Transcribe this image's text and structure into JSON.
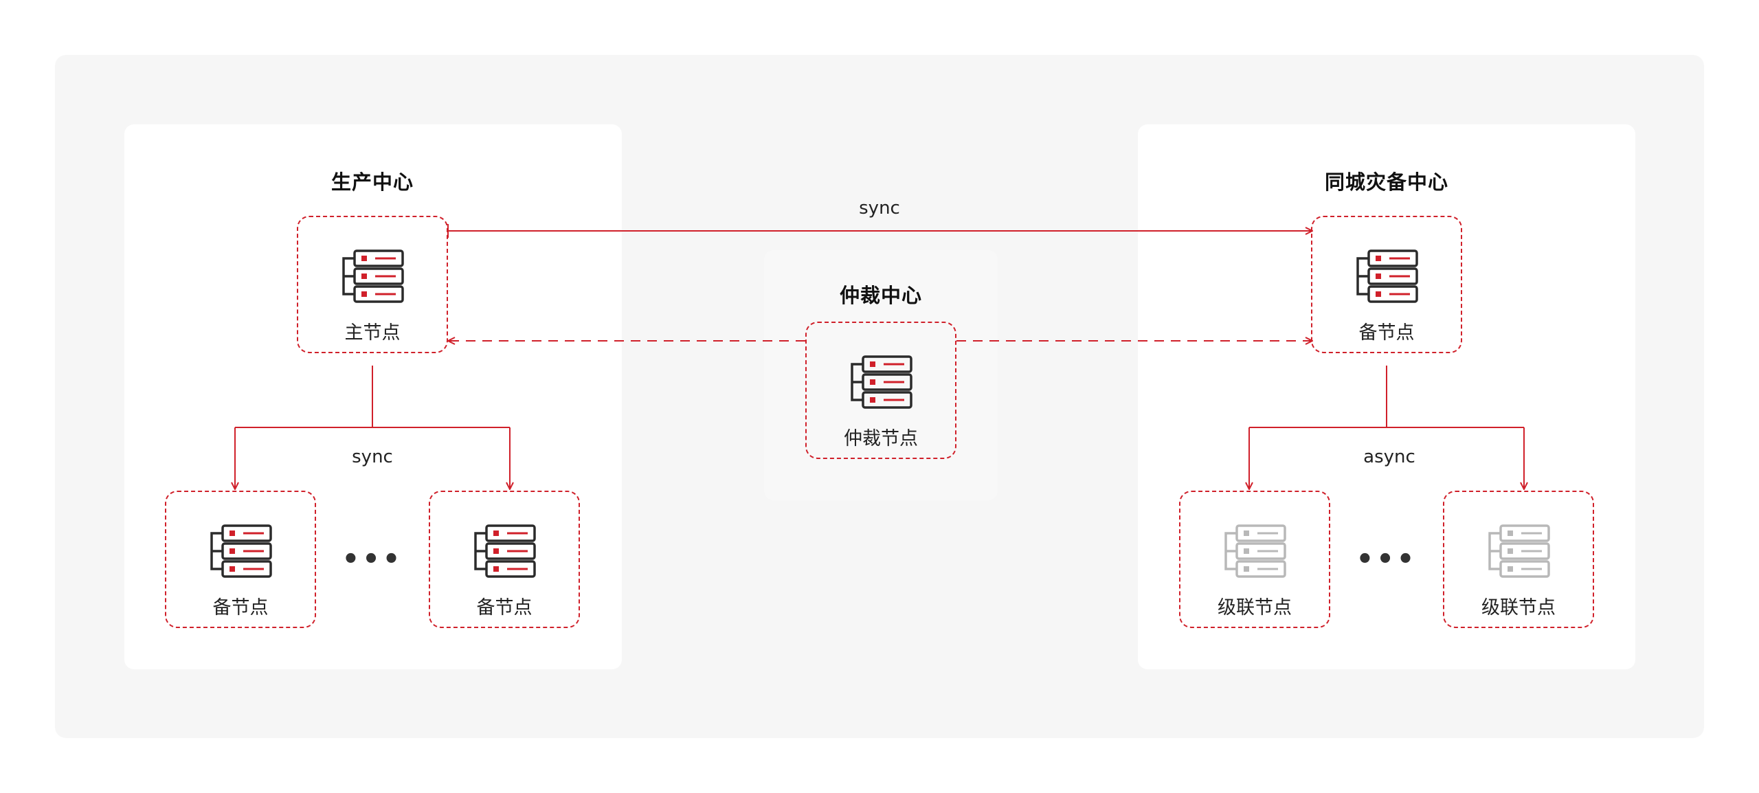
{
  "centers": {
    "production": "生产中心",
    "arbitration": "仲裁中心",
    "disaster_recovery": "同城灾备中心"
  },
  "nodes": {
    "primary": "主节点",
    "prod_standby_1": "备节点",
    "prod_standby_2": "备节点",
    "arbiter": "仲裁节点",
    "dr_standby": "备节点",
    "cascade_1": "级联节点",
    "cascade_2": "级联节点"
  },
  "links": {
    "primary_to_dr": "sync",
    "prod_fanout": "sync",
    "dr_fanout": "async"
  },
  "ellipsis": {
    "prod": "•••",
    "dr": "•••"
  },
  "colors": {
    "accent": "#d0202a",
    "server_active": "#2b2b2b",
    "server_inactive": "#b8b8b8",
    "panel_bg": "#f6f6f6"
  },
  "icons": {
    "server": "server-stack-icon"
  }
}
